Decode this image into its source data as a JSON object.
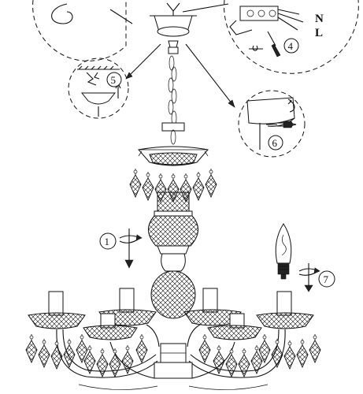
{
  "labels": {
    "wire_n": "N",
    "wire_l": "L"
  },
  "steps": [
    {
      "id": "step-1",
      "num": "1"
    },
    {
      "id": "step-4",
      "num": "4"
    },
    {
      "id": "step-5",
      "num": "5"
    },
    {
      "id": "step-6",
      "num": "6"
    },
    {
      "id": "step-7",
      "num": "7"
    }
  ],
  "colors": {
    "line": "#111111",
    "background": "#ffffff"
  },
  "icons": [
    "rotate-arrow-icon",
    "down-arrow-icon",
    "bulb-icon",
    "screwdriver-icon",
    "hook-icon"
  ]
}
